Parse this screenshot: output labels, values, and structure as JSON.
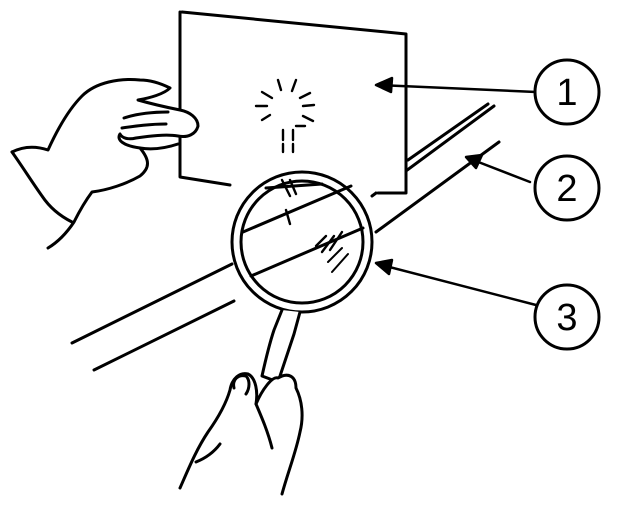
{
  "callouts": [
    {
      "number": "1",
      "part": "card"
    },
    {
      "number": "2",
      "part": "rail"
    },
    {
      "number": "3",
      "part": "magnifying-glass"
    }
  ],
  "colors": {
    "ink": "#000000",
    "paper": "#ffffff"
  }
}
